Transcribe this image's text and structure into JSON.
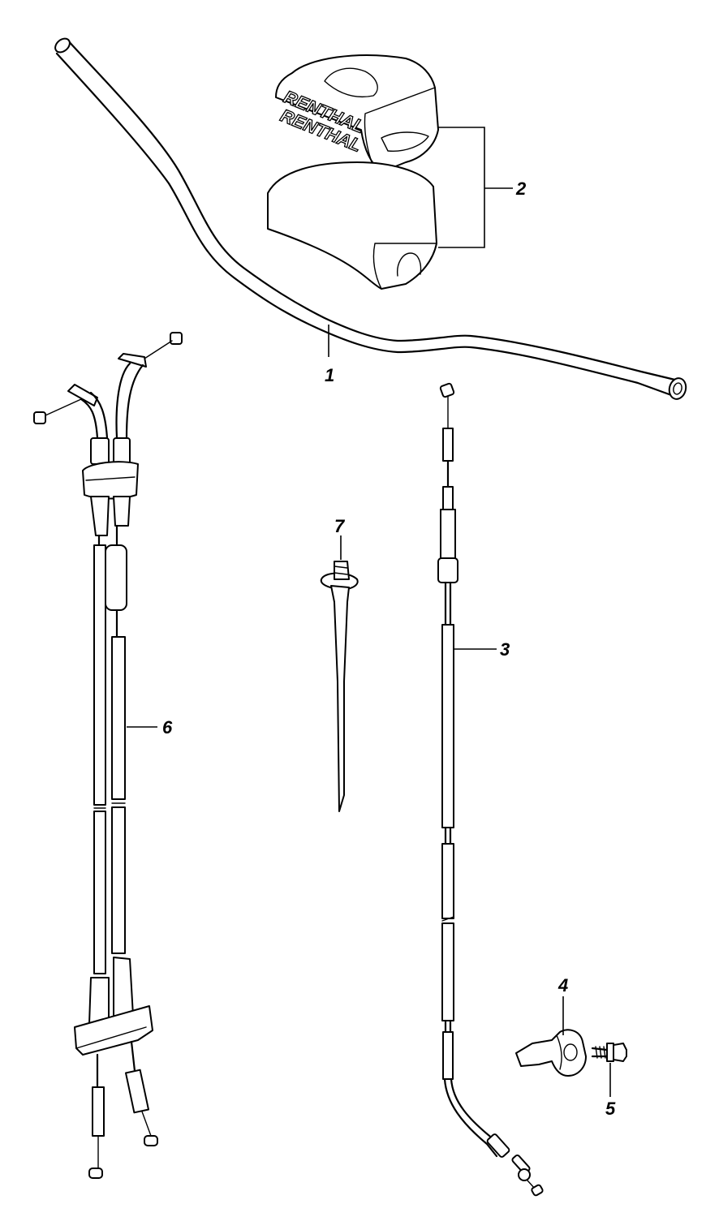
{
  "callouts": [
    {
      "id": "1",
      "label": "1"
    },
    {
      "id": "2",
      "label": "2"
    },
    {
      "id": "3",
      "label": "3"
    },
    {
      "id": "4",
      "label": "4"
    },
    {
      "id": "5",
      "label": "5"
    },
    {
      "id": "6",
      "label": "6"
    },
    {
      "id": "7",
      "label": "7"
    }
  ],
  "pad": {
    "brand_top": "RENTHAL",
    "brand_bottom": "RENTHAL"
  }
}
